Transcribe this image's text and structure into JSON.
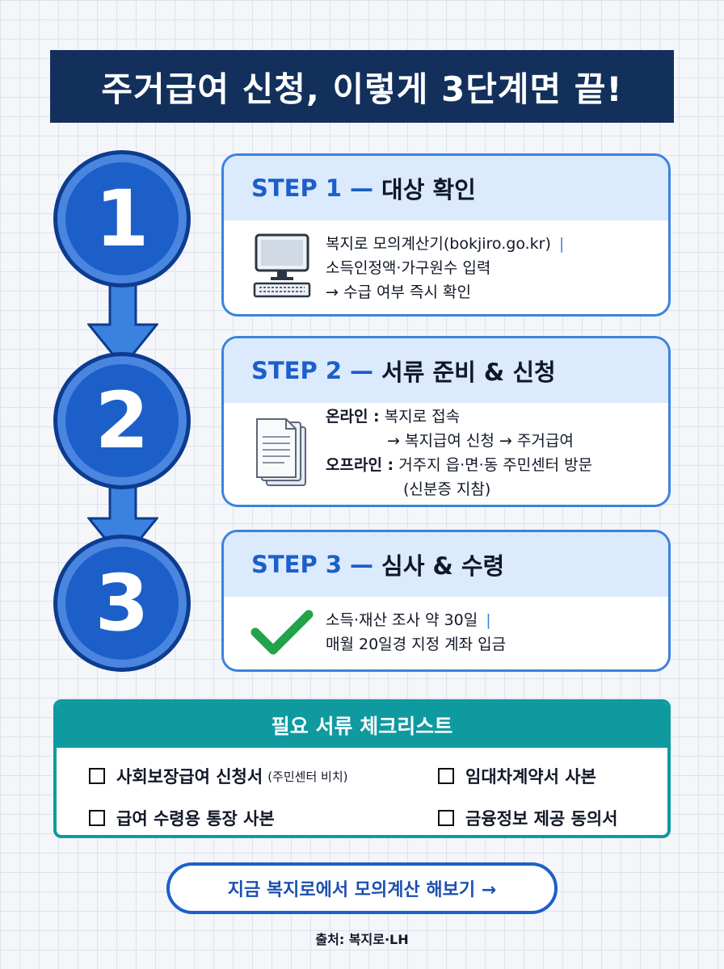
{
  "title": "주거급여 신청, 이렇게 3단계면 끝!",
  "steps": [
    {
      "number": "1",
      "step_label": "STEP 1",
      "dash": "—",
      "name": "대상 확인",
      "icon": "computer-icon",
      "lines": [
        "복지로 모의계산기(bokjiro.go.kr)",
        "소득인정액·가구원수 입력",
        "→ 수급 여부 즉시 확인"
      ],
      "separator": "|"
    },
    {
      "number": "2",
      "step_label": "STEP 2",
      "dash": "—",
      "name": "서류 준비 & 신청",
      "icon": "document-icon",
      "online_label": "온라인 :",
      "online_lines": [
        "복지로 접속",
        "→ 복지급여 신청 → 주거급여"
      ],
      "offline_label": "오프라인 :",
      "offline_lines": [
        "거주지 읍·면·동 주민센터 방문",
        "(신분증 지참)"
      ]
    },
    {
      "number": "3",
      "step_label": "STEP 3",
      "dash": "—",
      "name": "심사 & 수령",
      "icon": "checkmark-icon",
      "lines": [
        "소득·재산 조사 약 30일",
        "매월 20일경 지정 계좌 입금"
      ],
      "separator": "|"
    }
  ],
  "checklist": {
    "title": "필요 서류 체크리스트",
    "items": [
      {
        "label": "사회보장급여 신청서",
        "note": "(주민센터 비치)"
      },
      {
        "label": "임대차계약서 사본",
        "note": ""
      },
      {
        "label": "급여 수령용 통장 사본",
        "note": ""
      },
      {
        "label": "금융정보 제공 동의서",
        "note": ""
      }
    ]
  },
  "cta_label": "지금 복지로에서 모의계산 해보기 →",
  "source": "출처: 복지로·LH",
  "colors": {
    "title_bg": "#13305c",
    "primary_blue": "#1d5fc9",
    "step_header_bg": "#dbeafc",
    "checklist_teal": "#0f9aa0",
    "check_green": "#22a34a"
  }
}
